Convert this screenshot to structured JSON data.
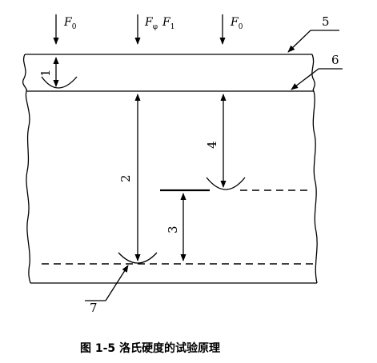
{
  "forces": {
    "left": {
      "symbol": "F",
      "sub": "0"
    },
    "center": {
      "symbol": "F",
      "sub": "φ",
      "symbol2": "F",
      "sub2": "1"
    },
    "right": {
      "symbol": "F",
      "sub": "0"
    }
  },
  "labels": {
    "l1": "1",
    "l2": "2",
    "l3": "3",
    "l4": "4",
    "l5": "5",
    "l6": "6",
    "l7": "7"
  },
  "caption": "图 1-5   洛氏硬度的试验原理"
}
